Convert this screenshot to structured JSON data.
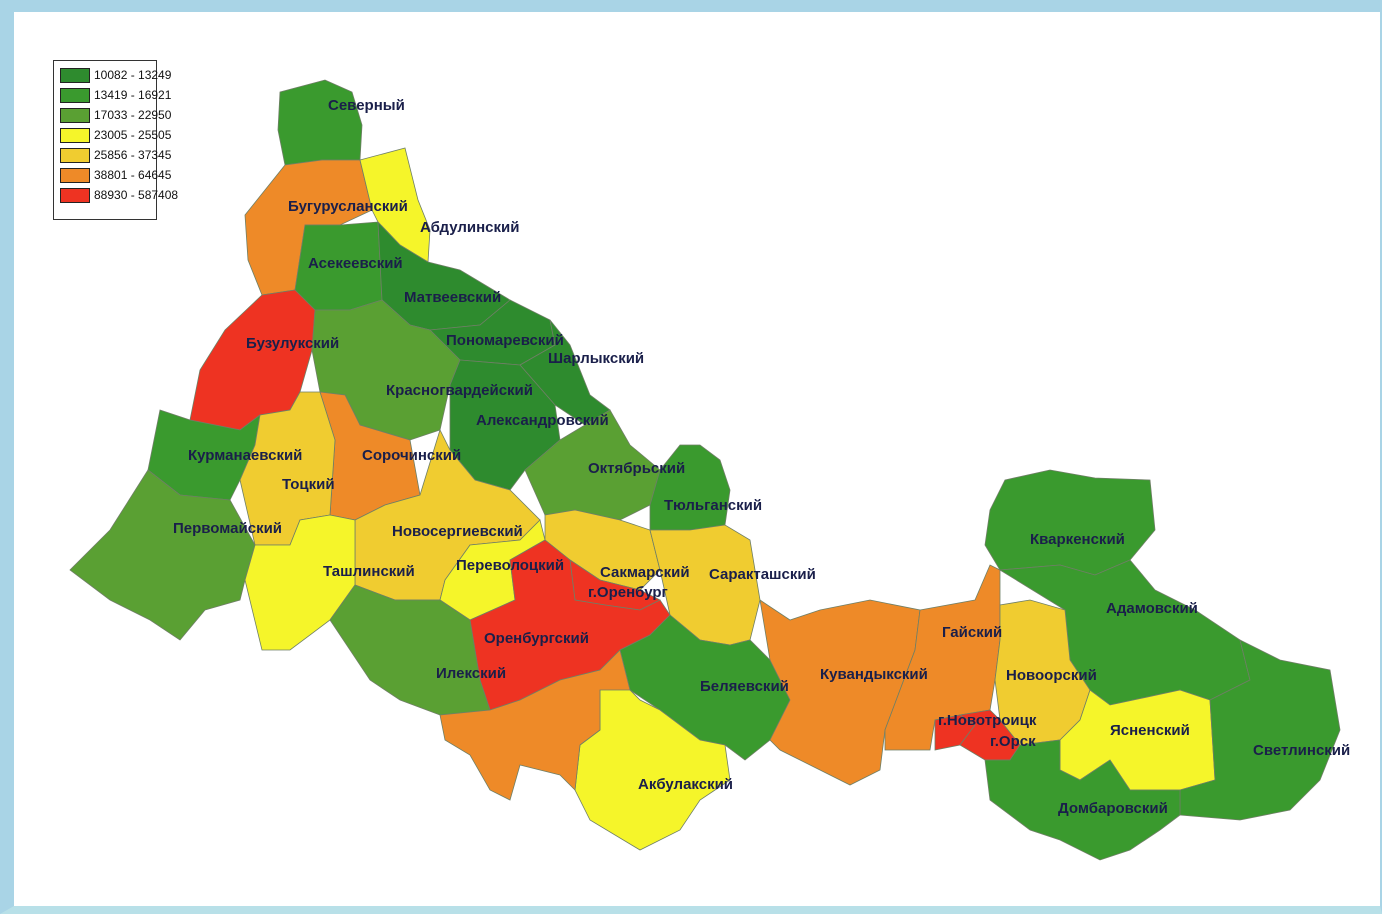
{
  "colors": {
    "c1": "#2e8b2e",
    "c2": "#3a9a2e",
    "c3": "#5aa033",
    "c4": "#f5f52a",
    "c5": "#f0cc30",
    "c6": "#ee8a28",
    "c7": "#ee3322"
  },
  "legend": [
    {
      "range": "10082 - 13249",
      "color": "#2e8b2e"
    },
    {
      "range": "13419 - 16921",
      "color": "#3a9a2e"
    },
    {
      "range": "17033 - 22950",
      "color": "#5aa033"
    },
    {
      "range": "23005 - 25505",
      "color": "#f5f52a"
    },
    {
      "range": "25856 - 37345",
      "color": "#f0cc30"
    },
    {
      "range": "38801 - 64645",
      "color": "#ee8a28"
    },
    {
      "range": "88930 - 587408",
      "color": "#ee3322"
    }
  ],
  "districts": [
    {
      "id": "severny",
      "name": "Северный",
      "class": 2
    },
    {
      "id": "buguruslansky",
      "name": "Бугурусланский",
      "class": 6
    },
    {
      "id": "abdulinsky",
      "name": "Абдулинский",
      "class": 4
    },
    {
      "id": "asekeevsky",
      "name": "Асекеевский",
      "class": 2
    },
    {
      "id": "matveevsky",
      "name": "Матвеевский",
      "class": 1
    },
    {
      "id": "buzuluksky",
      "name": "Бузулукский",
      "class": 7
    },
    {
      "id": "ponomarevsky",
      "name": "Пономаревский",
      "class": 1
    },
    {
      "id": "sharlyksky",
      "name": "Шарлыкский",
      "class": 1
    },
    {
      "id": "krasnogvardeysky",
      "name": "Красногвардейский",
      "class": 3
    },
    {
      "id": "aleksandrovsky",
      "name": "Александровский",
      "class": 1
    },
    {
      "id": "kurmanaevsky",
      "name": "Курманаевский",
      "class": 2
    },
    {
      "id": "sorochinsky",
      "name": "Сорочинский",
      "class": 6
    },
    {
      "id": "totsky",
      "name": "Тоцкий",
      "class": 5
    },
    {
      "id": "oktyabrsky",
      "name": "Октябрьский",
      "class": 3
    },
    {
      "id": "tyulgansky",
      "name": "Тюльганский",
      "class": 2
    },
    {
      "id": "pervomaysky",
      "name": "Первомайский",
      "class": 3
    },
    {
      "id": "novosergievsky",
      "name": "Новосергиевский",
      "class": 5
    },
    {
      "id": "tashlinsky",
      "name": "Ташлинский",
      "class": 4
    },
    {
      "id": "perevolotsky",
      "name": "Переволоцкий",
      "class": 4
    },
    {
      "id": "sakmarsky",
      "name": "Сакмарский",
      "class": 5
    },
    {
      "id": "saraktashsky",
      "name": "Саракташский",
      "class": 5
    },
    {
      "id": "orenburg_city",
      "name": "г.Оренбург",
      "class": 7
    },
    {
      "id": "orenburgsky",
      "name": "Оренбургский",
      "class": 7
    },
    {
      "id": "ileksky",
      "name": "Илекский",
      "class": 3
    },
    {
      "id": "belyaevsky",
      "name": "Беляевский",
      "class": 2
    },
    {
      "id": "kuvandyksky",
      "name": "Кувандыкский",
      "class": 6
    },
    {
      "id": "gaysky",
      "name": "Гайский",
      "class": 6
    },
    {
      "id": "kvarkensky",
      "name": "Кваркенский",
      "class": 2
    },
    {
      "id": "adamovsky",
      "name": "Адамовский",
      "class": 2
    },
    {
      "id": "novoorsky",
      "name": "Новоорский",
      "class": 5
    },
    {
      "id": "novotroitsk_city",
      "name": "г.Новотроицк",
      "class": 7
    },
    {
      "id": "orsk_city",
      "name": "г.Орск",
      "class": 7
    },
    {
      "id": "yasnensky",
      "name": "Ясненский",
      "class": 4
    },
    {
      "id": "svetlinsky",
      "name": "Светлинский",
      "class": 2
    },
    {
      "id": "dombarovsky",
      "name": "Домбаровский",
      "class": 2
    },
    {
      "id": "akbulaksky",
      "name": "Акбулакский",
      "class": 4
    },
    {
      "id": "sol_iletsky",
      "name": "",
      "class": 6
    }
  ]
}
